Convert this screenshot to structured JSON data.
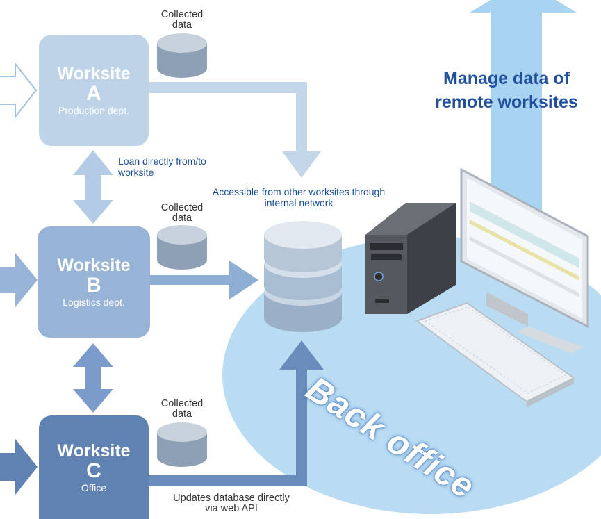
{
  "worksites": [
    {
      "title": "Worksite",
      "letter": "A",
      "dept": "Production dept.",
      "color": "#bfd3e8"
    },
    {
      "title": "Worksite",
      "letter": "B",
      "dept": "Logistics dept.",
      "color": "#97b4d6"
    },
    {
      "title": "Worksite",
      "letter": "C",
      "dept": "Office",
      "color": "#5f82b3"
    }
  ],
  "collected_label": "Collected data",
  "loan_label": "Loan directly from/to worksite",
  "accessible_label": "Accessible from other worksites through internal network",
  "updates_label": "Updates database directly via web API",
  "manage_title": "Manage data of remote worksites",
  "back_office_label": "Back office",
  "colors": {
    "light_arrow": "#c4d6ea",
    "mid_arrow": "#8eaed4",
    "dark_arrow": "#6a8cbd",
    "ellipse": "#b9dcf3",
    "up_arrow": "#a8d4f2"
  }
}
